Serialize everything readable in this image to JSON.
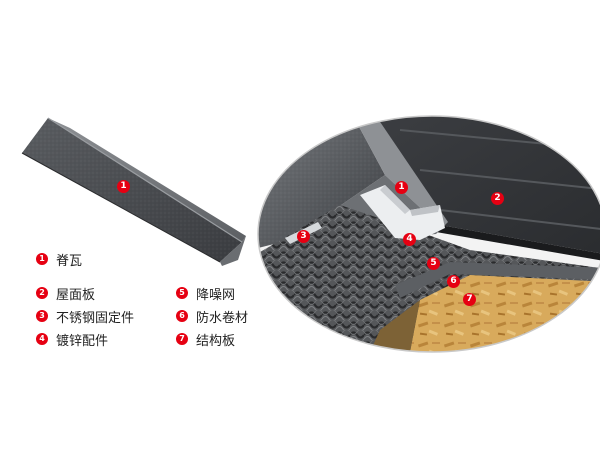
{
  "accent_color": "#e60012",
  "markers": {
    "left_1": "1",
    "right_1": "1",
    "right_2": "2",
    "right_3": "3",
    "right_4": "4",
    "right_5": "5",
    "right_6": "6",
    "right_7": "7"
  },
  "legend": [
    {
      "num": "1",
      "label": "脊瓦"
    },
    {
      "num": "2",
      "label": "屋面板"
    },
    {
      "num": "3",
      "label": "不锈钢固定件"
    },
    {
      "num": "4",
      "label": "镀锌配件"
    },
    {
      "num": "5",
      "label": "降噪网"
    },
    {
      "num": "6",
      "label": "防水卷材"
    },
    {
      "num": "7",
      "label": "结构板"
    }
  ]
}
